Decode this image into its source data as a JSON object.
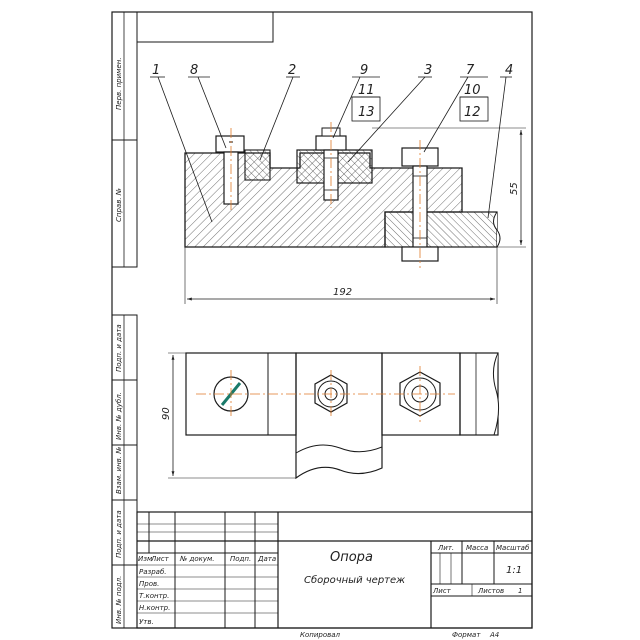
{
  "side_labels": {
    "perv_primen": "Перв. примен.",
    "sprav_no": "Справ. №",
    "podp_data_1": "Подп. и дата",
    "inv_dubl": "Инв. № дубл.",
    "vzam_inv": "Взам. инв. №",
    "podp_data_2": "Подп. и дата",
    "inv_podl": "Инв. № подл."
  },
  "callouts": {
    "c1": "1",
    "c8": "8",
    "c2": "2",
    "c9": "9",
    "c11": "11",
    "c13": "13",
    "c3": "3",
    "c7": "7",
    "c10": "10",
    "c12": "12",
    "c4": "4"
  },
  "dimensions": {
    "height": "55",
    "width": "192",
    "depth": "90"
  },
  "title_block": {
    "col_izm": "Изм",
    "col_list": "Лист",
    "col_doc": "№ докум.",
    "col_podp": "Подп.",
    "col_data": "Дата",
    "row_razrab": "Разраб.",
    "row_prov": "Пров.",
    "row_tkontr": "Т.контр.",
    "row_nkontr": "Н.контр.",
    "row_utv": "Утв.",
    "title": "Опора",
    "subtitle": "Сборочный чертеж",
    "lit_label": "Лит.",
    "massa_label": "Масса",
    "masshtab_label": "Масштаб",
    "masshtab_value": "1:1",
    "list_label": "Лист",
    "listov_label": "Листов",
    "listov_value": "1"
  },
  "footer": {
    "copied": "Копировал",
    "format_label": "Формат",
    "format_value": "A4"
  },
  "colors": {
    "line": "#1a1a1a",
    "axis": "#e07a2a",
    "accent": "#1a7a6a",
    "hatch": "#333333"
  }
}
